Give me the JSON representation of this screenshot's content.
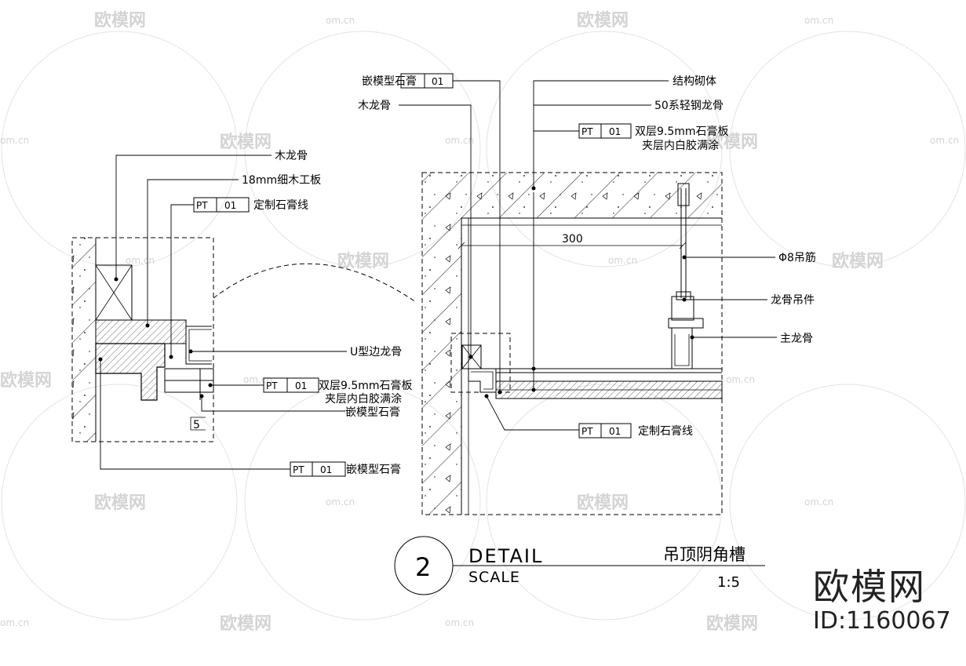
{
  "watermark": {
    "brand_text": "欧模网",
    "site_text": "om.cn"
  },
  "callouts_right": {
    "inlay_gypsum": "嵌模型石膏",
    "wood_keel": "木龙骨",
    "structural_masonry": "结构砌体",
    "light_steel_keel": "50系轻钢龙骨",
    "double_gypsum_line1": "双层9.5mm石膏板",
    "double_gypsum_line2": "夹层内白胶满涂",
    "hanger_rod": "Φ8吊筋",
    "keel_hanger": "龙骨吊件",
    "main_keel": "主龙骨",
    "custom_gypsum_line": "定制石膏线",
    "dimension_300": "300"
  },
  "callouts_left": {
    "wood_keel": "木龙骨",
    "blockboard": "18mm细木工板",
    "custom_gypsum_line": "定制石膏线",
    "u_edge_keel": "U型边龙骨",
    "double_gypsum_line1": "双层9.5mm石膏板",
    "double_gypsum_line2": "夹层内白胶满涂",
    "inlay_gypsum": "嵌模型石膏",
    "inlay_gypsum_bottom": "嵌模型石膏",
    "dimension_5": "5"
  },
  "material_tag": {
    "code": "PT",
    "number": "01"
  },
  "title_block": {
    "detail_number": "2",
    "detail_label": "DETAIL",
    "scale_label": "SCALE",
    "drawing_title": "吊顶阴角槽",
    "scale_value": "1:5"
  },
  "brand_block": {
    "logo_text": "欧模网",
    "id_text": "ID:1160067"
  }
}
